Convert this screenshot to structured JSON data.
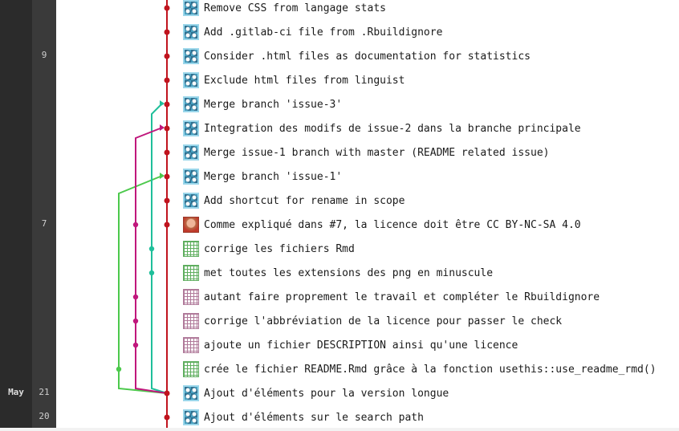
{
  "months": [
    {
      "label": "May",
      "row": 16
    }
  ],
  "days": [
    {
      "label": "9",
      "row": 2
    },
    {
      "label": "7",
      "row": 9
    },
    {
      "label": "21",
      "row": 16
    },
    {
      "label": "20",
      "row": 17
    }
  ],
  "commits": [
    {
      "message": "Remove CSS from langage stats",
      "avatar": "teal-identicon"
    },
    {
      "message": "Add .gitlab-ci file from .Rbuildignore",
      "avatar": "teal-identicon"
    },
    {
      "message": "Consider .html files as documentation for statistics",
      "avatar": "teal-identicon"
    },
    {
      "message": "Exclude html files from linguist",
      "avatar": "teal-identicon"
    },
    {
      "message": "Merge branch 'issue-3'",
      "avatar": "teal-identicon"
    },
    {
      "message": "Integration des modifs de issue-2 dans la branche principale",
      "avatar": "teal-identicon"
    },
    {
      "message": "Merge issue-1 branch with master (README related issue)",
      "avatar": "teal-identicon"
    },
    {
      "message": "Merge branch 'issue-1'",
      "avatar": "teal-identicon"
    },
    {
      "message": "Add shortcut for rename in scope",
      "avatar": "teal-identicon"
    },
    {
      "message": "Comme expliqué dans #7, la licence doit être CC BY-NC-SA 4.0",
      "avatar": "photo"
    },
    {
      "message": "corrige les fichiers Rmd",
      "avatar": "green-identicon"
    },
    {
      "message": "met toutes les extensions des png en minuscule",
      "avatar": "green-identicon"
    },
    {
      "message": "autant faire proprement le travail et compléter le Rbuildignore",
      "avatar": "pink-identicon"
    },
    {
      "message": "corrige l'abbréviation de la licence pour passer le check",
      "avatar": "pink-identicon"
    },
    {
      "message": "ajoute un fichier DESCRIPTION ainsi qu'une licence",
      "avatar": "pink-identicon"
    },
    {
      "message": "crée le fichier README.Rmd grâce à la fonction usethis::use_readme_rmd()",
      "avatar": "green-identicon"
    },
    {
      "message": "Ajout d'éléments pour la version longue",
      "avatar": "teal-identicon"
    },
    {
      "message": "Ajout d'éléments sur le search path",
      "avatar": "teal-identicon"
    }
  ],
  "graph": {
    "colors": {
      "main": "#c0141e",
      "issue3": "#1fbf9a",
      "issue2": "#c0177c",
      "issue1": "#4cc94c"
    }
  }
}
